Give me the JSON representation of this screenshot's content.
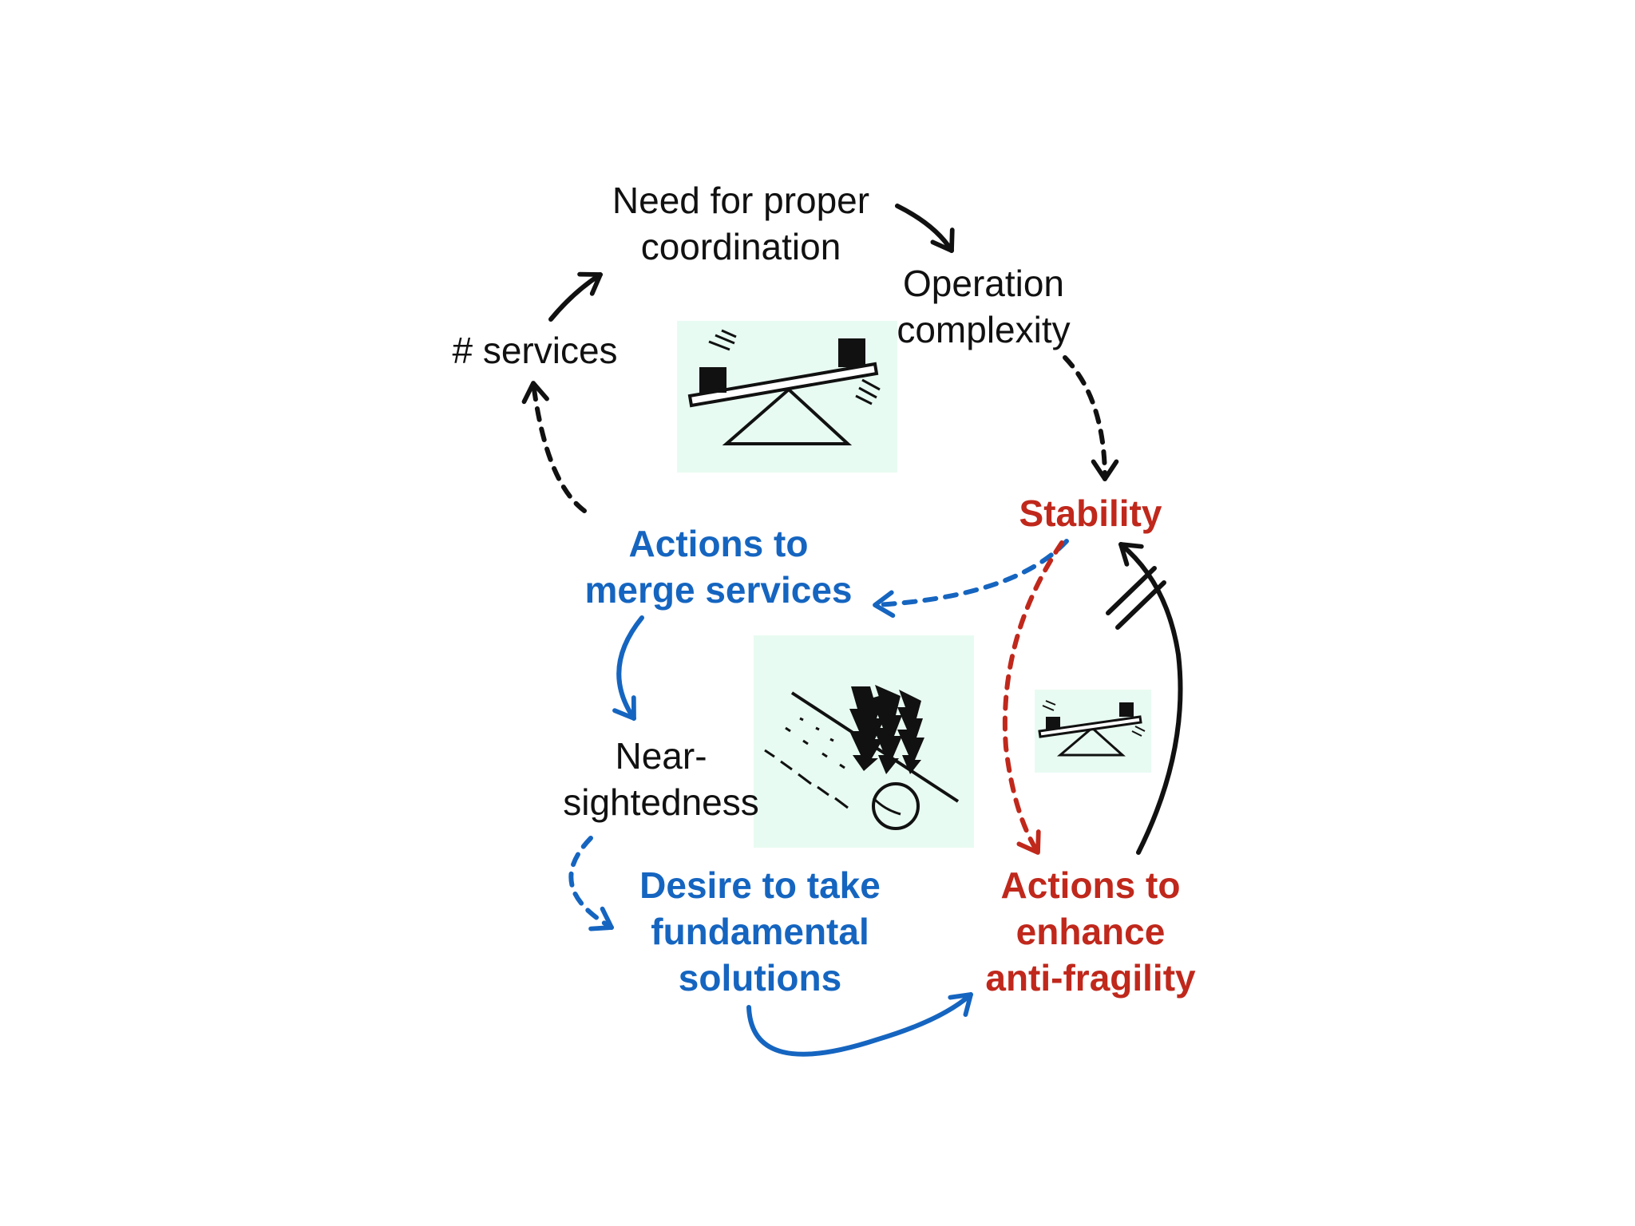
{
  "colors": {
    "black": "#111111",
    "blue": "#1565c0",
    "red": "#c0281c",
    "illustration_bg": "#e8fbf2"
  },
  "nodes": {
    "need_coordination": [
      "Need for proper",
      "coordination"
    ],
    "operation_complexity": [
      "Operation",
      "complexity"
    ],
    "services_count": [
      "# services"
    ],
    "stability": [
      "Stability"
    ],
    "merge_services": [
      "Actions to",
      "merge services"
    ],
    "near_sightedness": [
      "Near-",
      "sightedness"
    ],
    "desire_fundamental": [
      "Desire to take",
      "fundamental",
      "solutions"
    ],
    "anti_fragility": [
      "Actions to",
      "enhance",
      "anti-fragility"
    ]
  },
  "illustrations": [
    "seesaw-icon",
    "rolling-ball-slope-icon",
    "small-seesaw-icon"
  ]
}
